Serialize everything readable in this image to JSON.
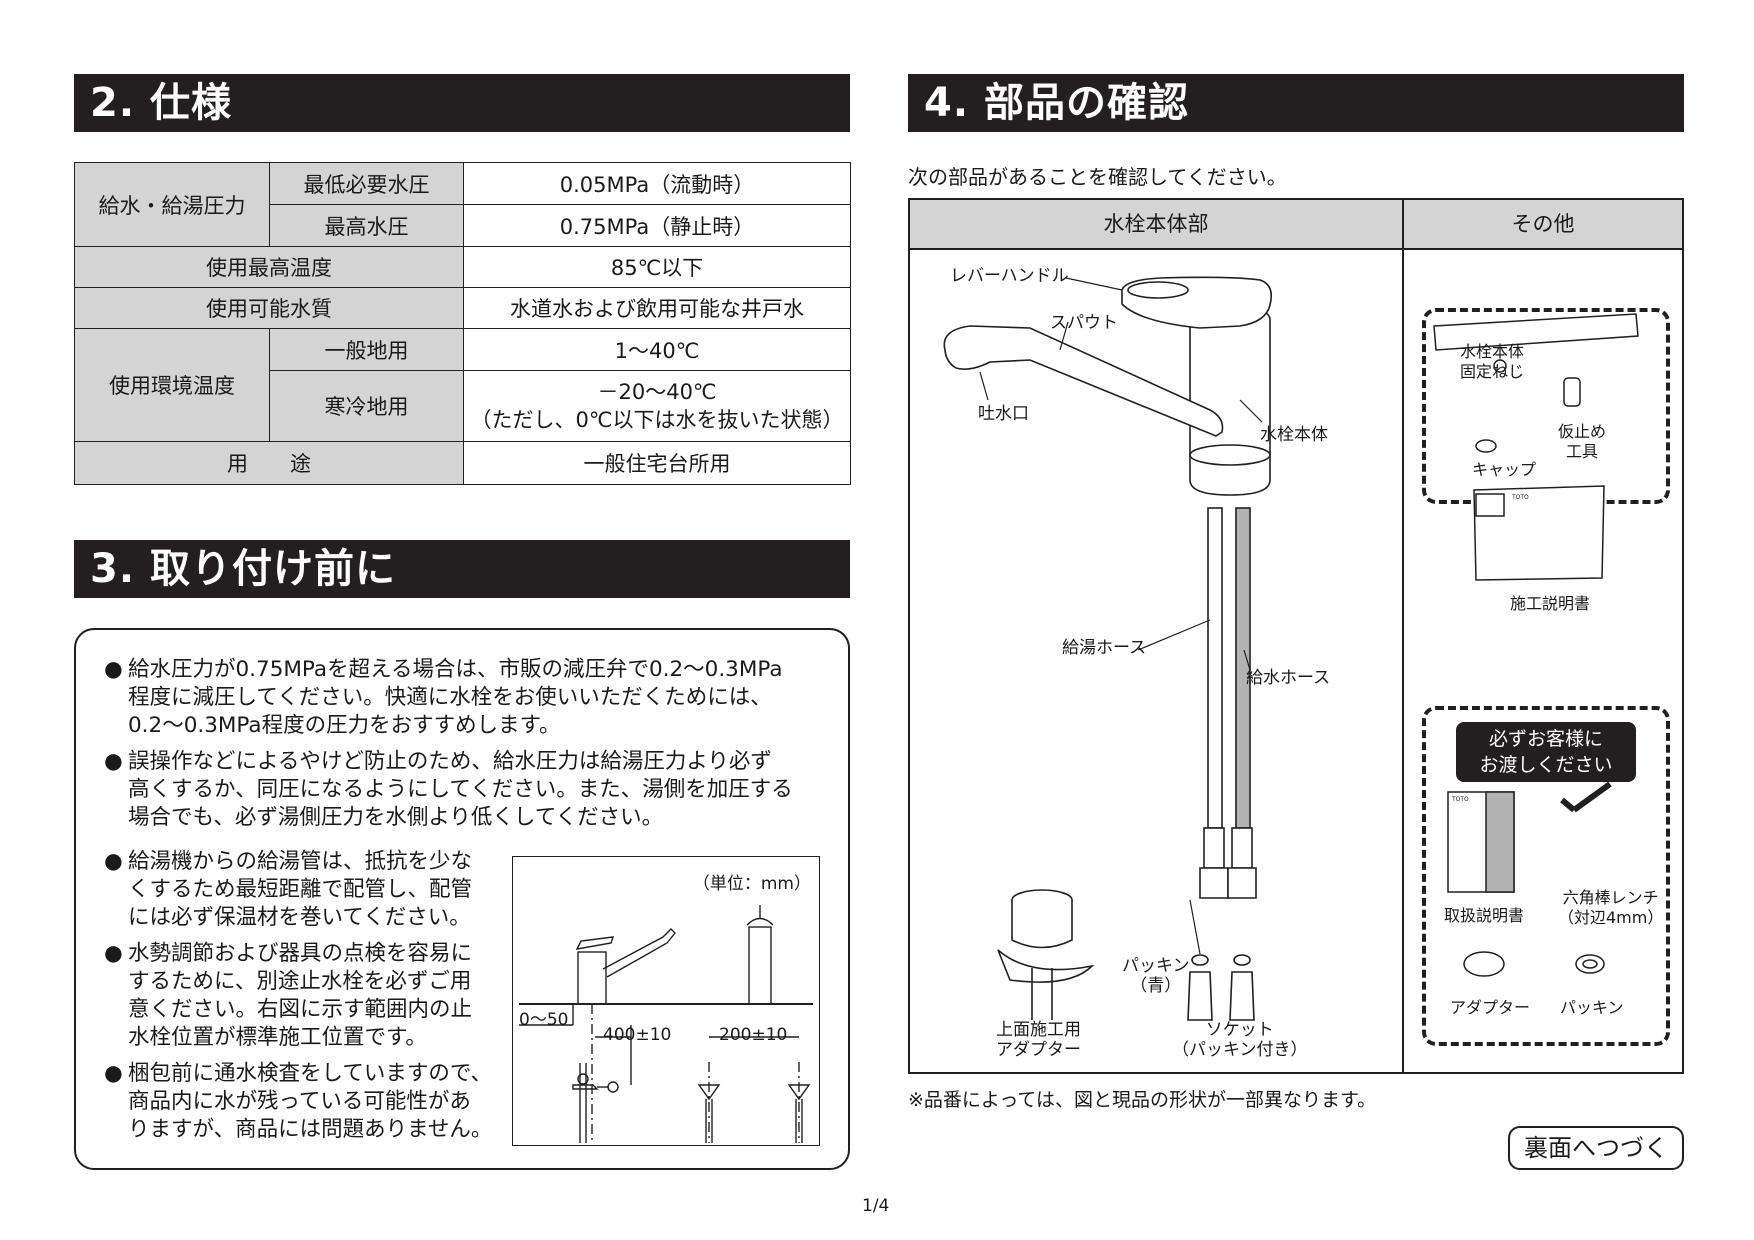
{
  "section2": {
    "title": "2. 仕様",
    "rows": {
      "pressure_group": "給水・給湯圧力",
      "min_pressure_label": "最低必要水圧",
      "min_pressure_value": "0.05MPa（流動時）",
      "max_pressure_label": "最高水圧",
      "max_pressure_value": "0.75MPa（静止時）",
      "max_temp_label": "使用最高温度",
      "max_temp_value": "85℃以下",
      "water_quality_label": "使用可能水質",
      "water_quality_value": "水道水および飲用可能な井戸水",
      "env_temp_label": "使用環境温度",
      "general_label": "一般地用",
      "general_value": "1～40℃",
      "cold_label": "寒冷地用",
      "cold_value_1": "－20～40℃",
      "cold_value_2": "（ただし、0℃以下は水を抜いた状態）",
      "usage_label": "用　　途",
      "usage_value": "一般住宅台所用"
    }
  },
  "section3": {
    "title": "3. 取り付け前に",
    "bullet": "●",
    "b1": [
      "給水圧力が0.75MPaを超える場合は、市販の減圧弁で0.2～0.3MPa",
      "程度に減圧してください。快適に水栓をお使いいただくためには、",
      "0.2～0.3MPa程度の圧力をおすすめします。"
    ],
    "b2": [
      "誤操作などによるやけど防止のため、給水圧力は給湯圧力より必ず",
      "高くするか、同圧になるようにしてください。また、湯側を加圧する",
      "場合でも、必ず湯側圧力を水側より低くしてください。"
    ],
    "b3": [
      "給湯機からの給湯管は、抵抗を少な",
      "くするため最短距離で配管し、配管",
      "には必ず保温材を巻いてください。"
    ],
    "b4": [
      "水勢調節および器具の点検を容易に",
      "するために、別途止水栓を必ずご用",
      "意ください。右図に示す範囲内の止",
      "水栓位置が標準施工位置です。"
    ],
    "b5": [
      "梱包前に通水検査をしていますので、",
      "商品内に水が残っている可能性があ",
      "りますが、商品には問題ありません。"
    ],
    "diagram": {
      "unit": "（単位：mm）",
      "dim1": "0～50",
      "dim2": "400±10",
      "dim3": "200±10"
    }
  },
  "section4": {
    "title": "4. 部品の確認",
    "intro": "次の部品があることを確認してください。",
    "col_main": "水栓本体部",
    "col_other": "その他",
    "labels": {
      "lever": "レバーハンドル",
      "spout": "スパウト",
      "outlet": "吐水口",
      "body": "水栓本体",
      "hot_hose": "給湯ホース",
      "cold_hose": "給水ホース",
      "adapter_top_1": "上面施工用",
      "adapter_top_2": "アダプター",
      "packing_blue_1": "パッキン",
      "packing_blue_2": "（青）",
      "socket_1": "ソケット",
      "socket_2": "（パッキン付き）",
      "fix_screw_1": "水栓本体",
      "fix_screw_2": "固定ねじ",
      "cap": "キャップ",
      "temp_tool_1": "仮止め",
      "temp_tool_2": "工具",
      "install_manual": "施工説明書",
      "notice_1": "必ずお客様に",
      "notice_2": "お渡しください",
      "manual": "取扱説明書",
      "hex_wrench_1": "六角棒レンチ",
      "hex_wrench_2": "（対辺4mm）",
      "adapter": "アダプター",
      "packing": "パッキン",
      "brand_small": "TOTO"
    },
    "footnote": "※品番によっては、図と現品の形状が一部異なります。",
    "continue": "裏面へつづく"
  },
  "page_number": "1/4"
}
